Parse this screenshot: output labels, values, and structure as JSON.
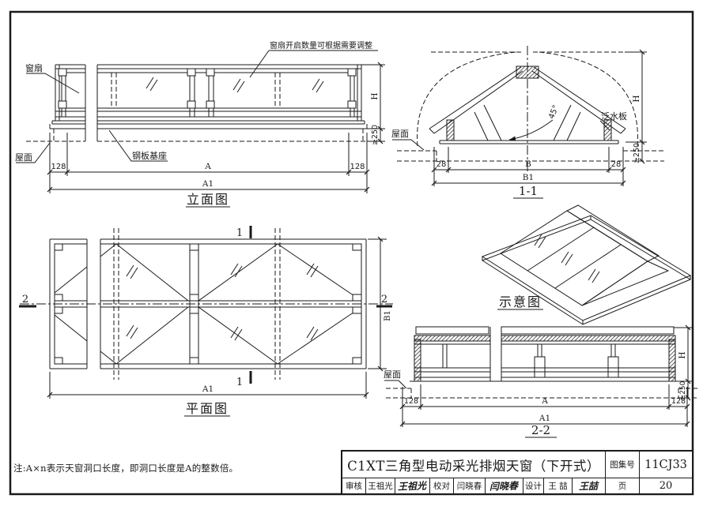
{
  "note": "注:A×n表示天窗洞口长度，即洞口长度是A的整数倍。",
  "title_block": {
    "title": "C1XT三角型电动采光排烟天窗（下开式）",
    "atlas_label": "图集号",
    "atlas_no": "11CJ33",
    "page_label": "页",
    "page_no": "20",
    "review_label": "审核",
    "reviewer": "王祖光",
    "reviewer_sig": "王祖光",
    "check_label": "校对",
    "checker": "闫晓春",
    "checker_sig": "闫晓春",
    "design_label": "设计",
    "designer": "王 喆",
    "designer_sig": "王喆"
  },
  "elevation": {
    "title": "立面图",
    "label_sash": "窗扇",
    "label_sash_note": "窗扇开启数量可根据需要调整",
    "label_roof": "屋面",
    "label_base": "钢板基座",
    "dim_left": "128",
    "dim_a": "A",
    "dim_right": "128",
    "dim_a1": "A1",
    "dim_h": "H",
    "dim_curb": "≥250"
  },
  "section_1_1": {
    "title": "1-1",
    "label_roof": "屋面",
    "label_flashing": "泛水板",
    "angle": "45°",
    "dim_left": "28",
    "dim_b": "B",
    "dim_right": "28",
    "dim_b1": "B1",
    "dim_h": "H",
    "dim_curb": "≥250"
  },
  "plan": {
    "title": "平面图",
    "cut_1": "1",
    "cut_2": "2",
    "dim_a1": "A1",
    "dim_b1": "B1"
  },
  "schematic": {
    "title": "示意图"
  },
  "section_2_2": {
    "title": "2-2",
    "label_roof": "屋面",
    "dim_left": "128",
    "dim_a": "A",
    "dim_right": "128",
    "dim_a1": "A1",
    "dim_h": "H",
    "dim_curb": "≥250"
  }
}
